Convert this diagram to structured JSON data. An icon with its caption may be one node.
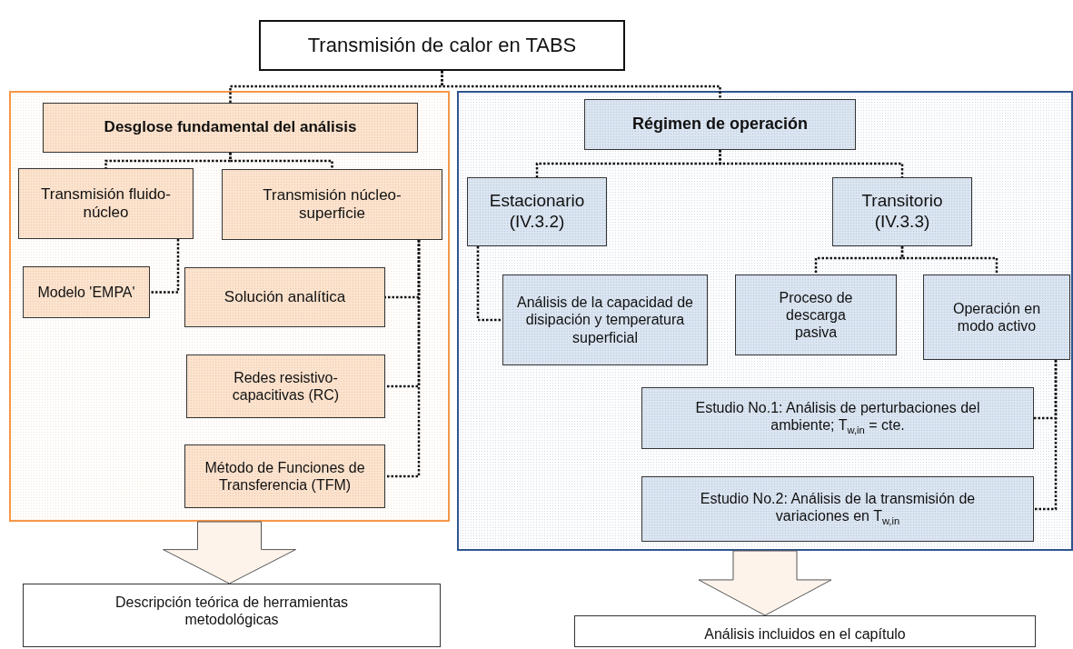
{
  "diagram": {
    "nodes": [
      {
        "text": [
          "Transmisión de calor en TABS"
        ]
      },
      {
        "text": [],
        "shape": "box"
      },
      {
        "text": [],
        "shape": "box"
      },
      {
        "text": [
          "Desglose fundamental del análisis"
        ],
        "in": 1
      },
      {
        "text": [
          "Transmisión fluido-núcleo"
        ],
        "in": 1
      },
      {
        "text": [
          "Transmisión núcleo-superficie"
        ],
        "in": 1
      },
      {
        "text": [
          "Modelo 'EMPA'"
        ],
        "in": 1
      },
      {
        "text": [
          "Solución analítica"
        ],
        "in": 1
      },
      {
        "text": [
          "Redes resistivo-capacitivas (RC)"
        ],
        "in": 1
      },
      {
        "text": [
          "Método de Funciones de Transferencia (TFM)"
        ],
        "in": 1
      },
      {
        "text": [
          "Régimen de operación"
        ],
        "in": 2
      },
      {
        "text": [
          "Estacionario (IV.3.2)"
        ],
        "in": 2
      },
      {
        "text": [
          "Transitorio (IV.3.3)"
        ],
        "in": 2
      },
      {
        "text": [
          "Análisis de la capacidad de disipación y temperatura superficial"
        ],
        "in": 2
      },
      {
        "text": [
          "Proceso de descarga pasiva"
        ],
        "in": 2
      },
      {
        "text": [
          "Operación en modo activo"
        ],
        "in": 2
      },
      {
        "text": [
          "Estudio No.1: Análisis de perturbaciones del ambiente; T$_{w,in}$ = cte."
        ],
        "in": 2
      },
      {
        "text": [
          "Estudio No.2: Análisis de la transmisión de variaciones en T$_{w,in}$"
        ],
        "in": 2
      },
      {
        "text": [
          "Descripción teórica de herramientas metodológicas"
        ]
      },
      {
        "text": [
          "Análisis incluidos en el capítulo"
        ]
      }
    ],
    "edges": [
      {
        "from": 0,
        "to": 3,
        "arrow": "none"
      },
      {
        "from": 0,
        "to": 10,
        "arrow": "none"
      },
      {
        "from": 3,
        "to": 4,
        "arrow": "none"
      },
      {
        "from": 3,
        "to": 5,
        "arrow": "none"
      },
      {
        "from": 4,
        "to": 6,
        "arrow": "none"
      },
      {
        "from": 5,
        "to": 7,
        "arrow": "none"
      },
      {
        "from": 5,
        "to": 8,
        "arrow": "none"
      },
      {
        "from": 5,
        "to": 9,
        "arrow": "none"
      },
      {
        "from": 10,
        "to": 11,
        "arrow": "none"
      },
      {
        "from": 10,
        "to": 12,
        "arrow": "none"
      },
      {
        "from": 11,
        "to": 13,
        "arrow": "none"
      },
      {
        "from": 12,
        "to": 14,
        "arrow": "none"
      },
      {
        "from": 12,
        "to": 15,
        "arrow": "none"
      },
      {
        "from": 15,
        "to": 16,
        "arrow": "none"
      },
      {
        "from": 15,
        "to": 17,
        "arrow": "none"
      },
      {
        "from": 1,
        "to": 18,
        "arrow": "to",
        "style": "thick"
      },
      {
        "from": 2,
        "to": 19,
        "arrow": "to",
        "style": "thick"
      }
    ]
  }
}
